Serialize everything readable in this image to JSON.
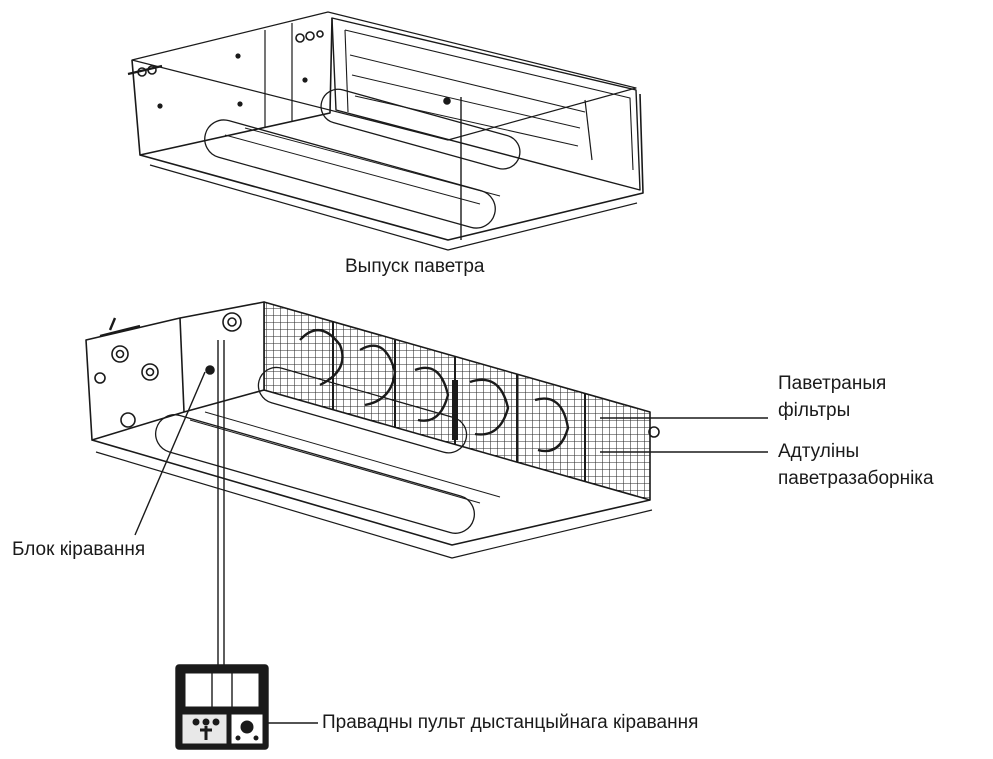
{
  "labels": {
    "air_outlet": "Выпуск паветра",
    "air_filters": [
      "Паветраныя",
      "фільтры"
    ],
    "air_intake": [
      "Адтуліны",
      "паветразаборніка"
    ],
    "control_box": "Блок кіравання",
    "wired_remote": "Правадны пульт дыстанцыйнага кіравання"
  },
  "colors": {
    "line": "#1a1a1a",
    "background": "#ffffff"
  }
}
